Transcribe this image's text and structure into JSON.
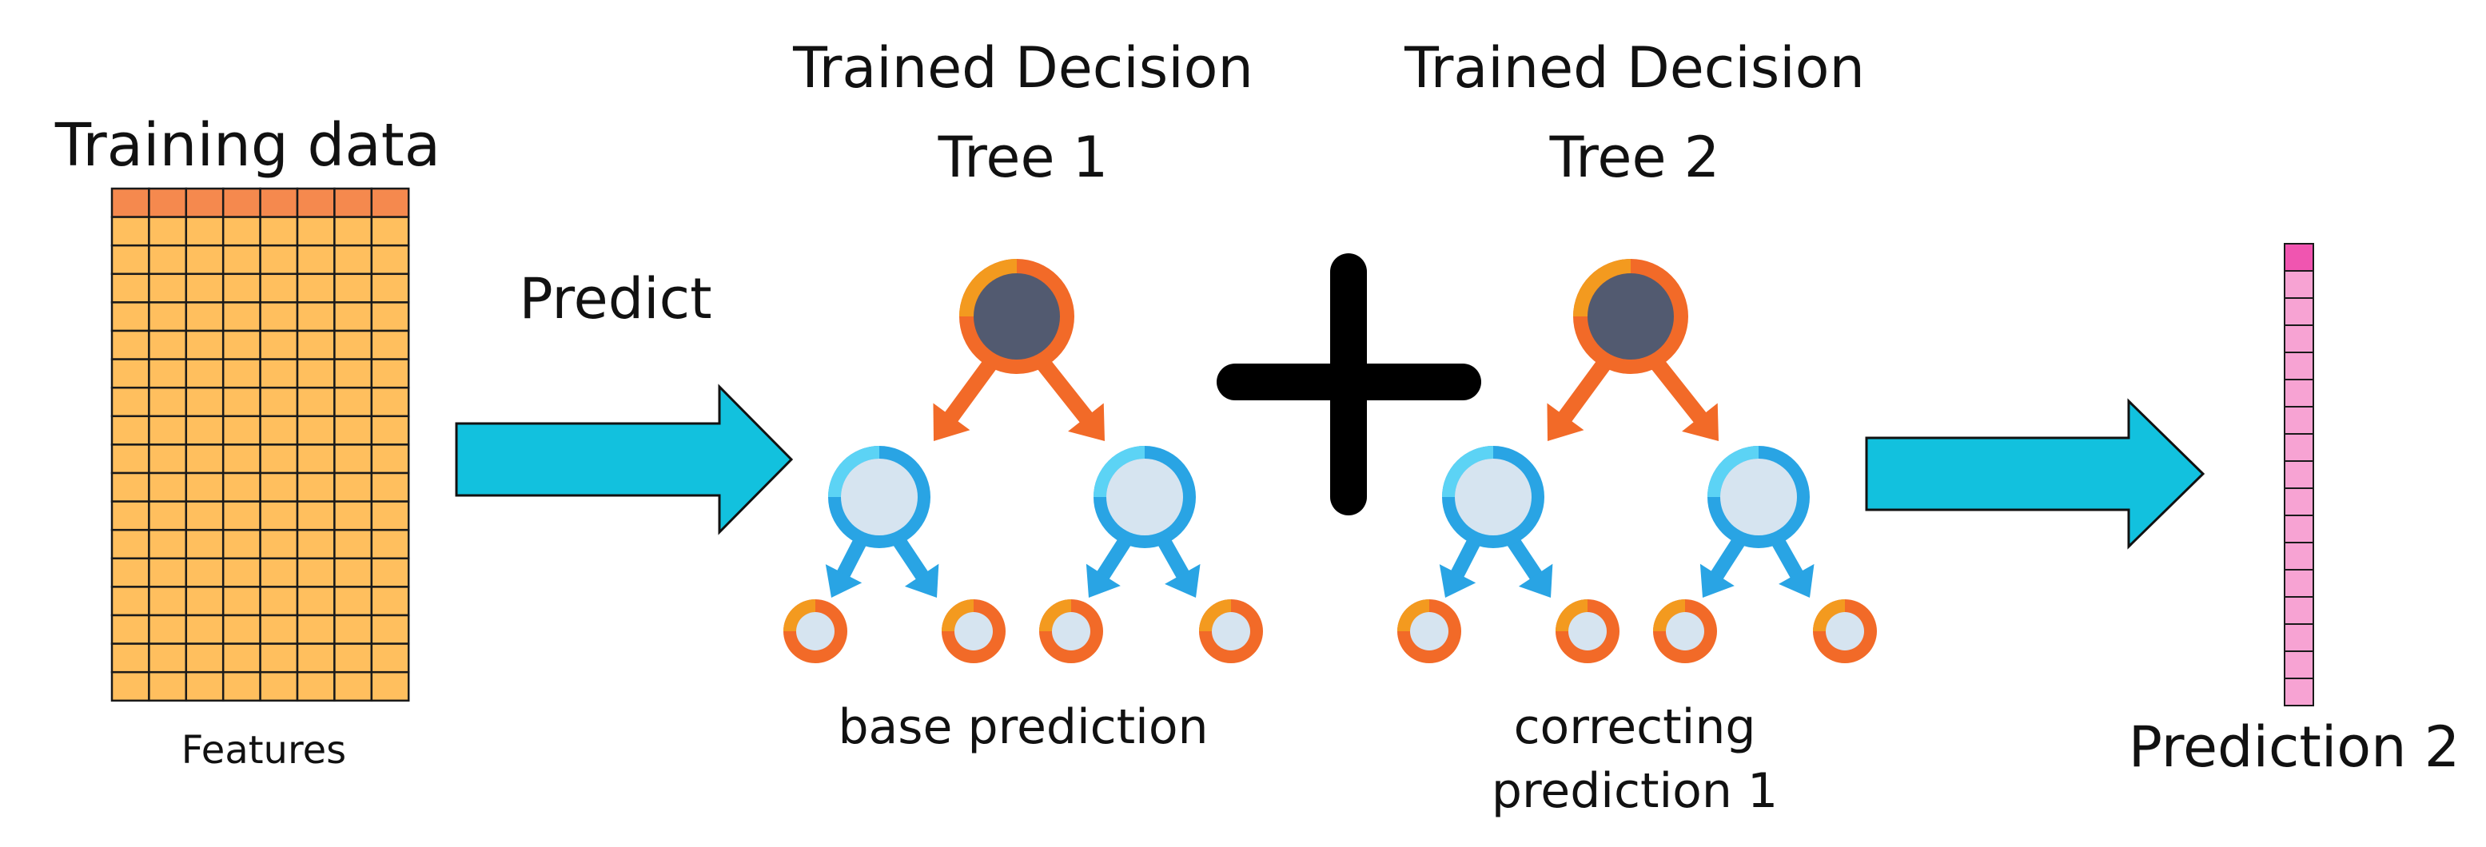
{
  "labels": {
    "training_data": "Training data",
    "features": "Features",
    "predict": "Predict",
    "tree1_title_line1": "Trained Decision",
    "tree1_title_line2": "Tree 1",
    "tree2_title_line1": "Trained Decision",
    "tree2_title_line2": "Tree 2",
    "tree1_caption": "base prediction",
    "tree2_caption_line1": "correcting",
    "tree2_caption_line2": "prediction 1",
    "prediction_output": "Prediction 2"
  },
  "colors": {
    "grid_cell": "#FFBF5E",
    "grid_header": "#F5894E",
    "arrow": "#12C1DE",
    "plus": "#000000",
    "root_ring": "#F26A28",
    "root_ring_accent": "#F39A1F",
    "root_center": "#525A70",
    "mid_ring": "#29A4E4",
    "mid_ring_accent": "#5CD3F5",
    "mid_center": "#D6E4F0",
    "leaf_ring": "#F26A28",
    "leaf_ring_accent": "#F39A1F",
    "leaf_center": "#D6E4F0",
    "output_cell": "#F7A3D3",
    "output_header": "#F055B0"
  },
  "icons": {
    "flow_arrows": "right-arrow-icon",
    "combine": "plus-icon",
    "trees": "decision-tree-icon"
  }
}
